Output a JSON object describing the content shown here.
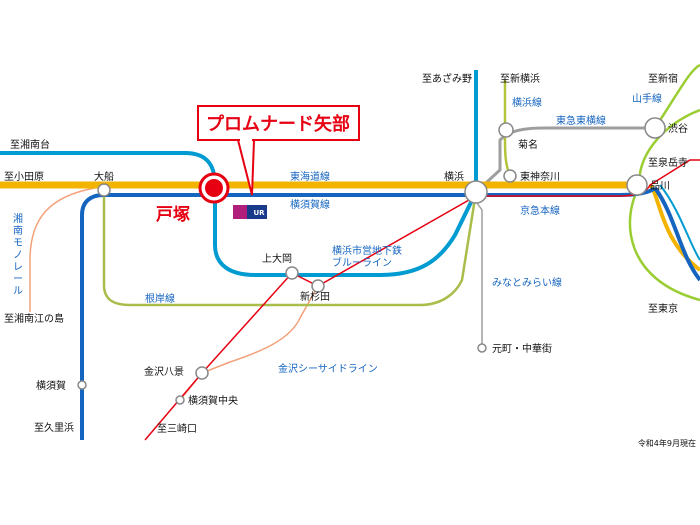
{
  "map": {
    "colors": {
      "tokaido": "#f2b400",
      "yokosuka": "#1565c0",
      "negishi": "#a8bd4a",
      "subway_blue": "#009bd0",
      "keikyu": "#e60012",
      "toyoko_grey": "#9e9e9e",
      "yokohama_line": "#b4c43a",
      "yamanote": "#9acd32",
      "monorail": "#f4a078",
      "seaside": "#f4a078",
      "highlight": "#e60012"
    },
    "directions": {
      "shonandai": "至湘南台",
      "odawara": "至小田原",
      "azamino": "至あざみ野",
      "shinyokohama": "至新横浜",
      "shinjuku": "至新宿",
      "sengakuji": "至泉岳寺",
      "tokyo": "至東京",
      "shonan_enoshima": "至湘南江の島",
      "kurihama": "至久里浜",
      "misakiguchi": "至三崎口"
    },
    "stations": {
      "ofuna": "大船",
      "totsuka": "戸塚",
      "kamiooka": "上大岡",
      "shinsugita": "新杉田",
      "kanazawa_hakkei": "金沢八景",
      "yokosuka_chuo": "横須賀中央",
      "yokosuka": "横須賀",
      "yokohama": "横浜",
      "kikuna": "菊名",
      "higashi_kanagawa": "東神奈川",
      "shibuya": "渋谷",
      "shinagawa": "品川",
      "motomachi": "元町・中華街"
    },
    "lines": {
      "tokaido": "東海道線",
      "yokosuka": "横須賀線",
      "negishi": "根岸線",
      "subway_1": "横浜市営地下鉄",
      "subway_2": "ブルーライン",
      "keikyu": "京急本線",
      "minatomirai": "みなとみらい線",
      "seaside": "金沢シーサイドライン",
      "yokohama": "横浜線",
      "toyoko": "東急東横線",
      "yamanote": "山手線",
      "monorail": "湘南モノレール"
    },
    "highlight_label": "プロムナード矢部",
    "logo_text": "UR",
    "as_of": "令和4年9月現在"
  }
}
